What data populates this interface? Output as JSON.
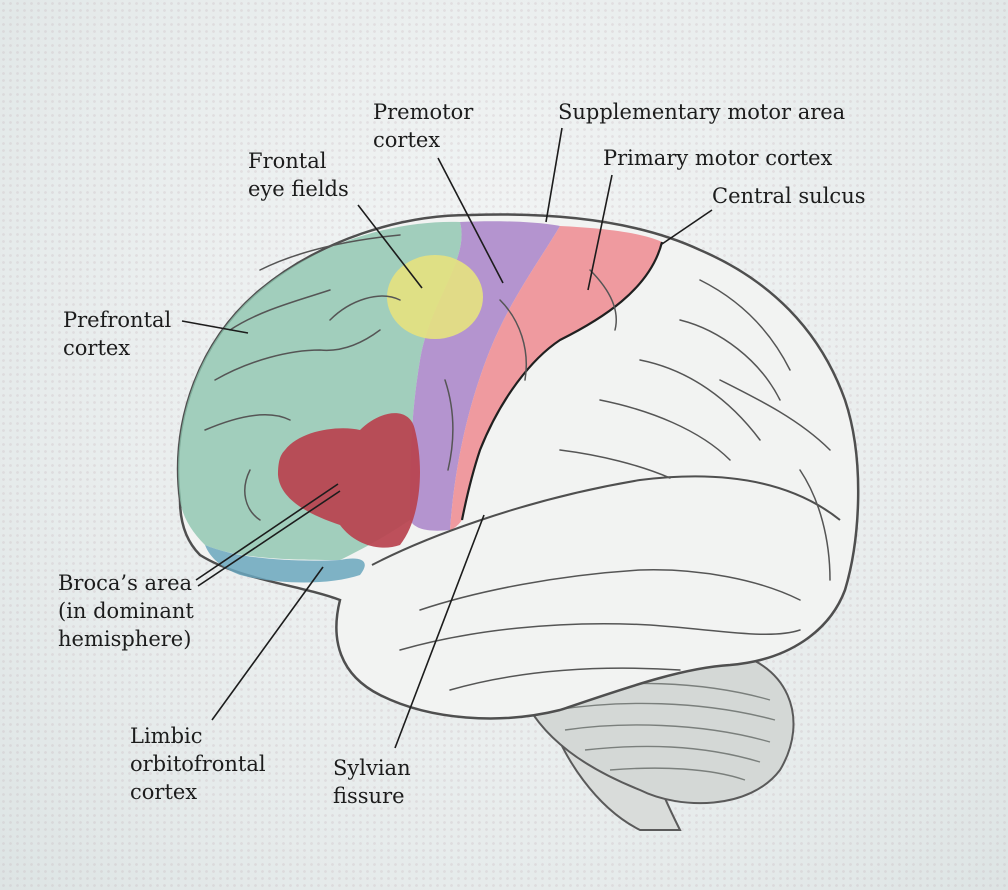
{
  "labels": {
    "premotor": [
      "Premotor",
      "cortex"
    ],
    "supplementary": [
      "Supplementary motor area"
    ],
    "frontal_eye": [
      "Frontal",
      "eye fields"
    ],
    "primary_motor": [
      "Primary motor cortex"
    ],
    "central_sulcus": [
      "Central sulcus"
    ],
    "prefrontal": [
      "Prefrontal",
      "cortex"
    ],
    "broca": [
      "Broca’s area",
      "(in dominant",
      "hemisphere)"
    ],
    "limbic": [
      "Limbic",
      "orbitofrontal",
      "cortex"
    ],
    "sylvian": [
      "Sylvian",
      "fissure"
    ]
  },
  "colors": {
    "prefrontal": "#8cc4ae",
    "frontal_eye": "#e6e27e",
    "premotor": "#a983c9",
    "primary_motor": "#ee8a90",
    "broca": "#b8424e",
    "limbic": "#6aa6bd",
    "brain_outline": "#5a5a5a",
    "background": "#e9eeee"
  }
}
